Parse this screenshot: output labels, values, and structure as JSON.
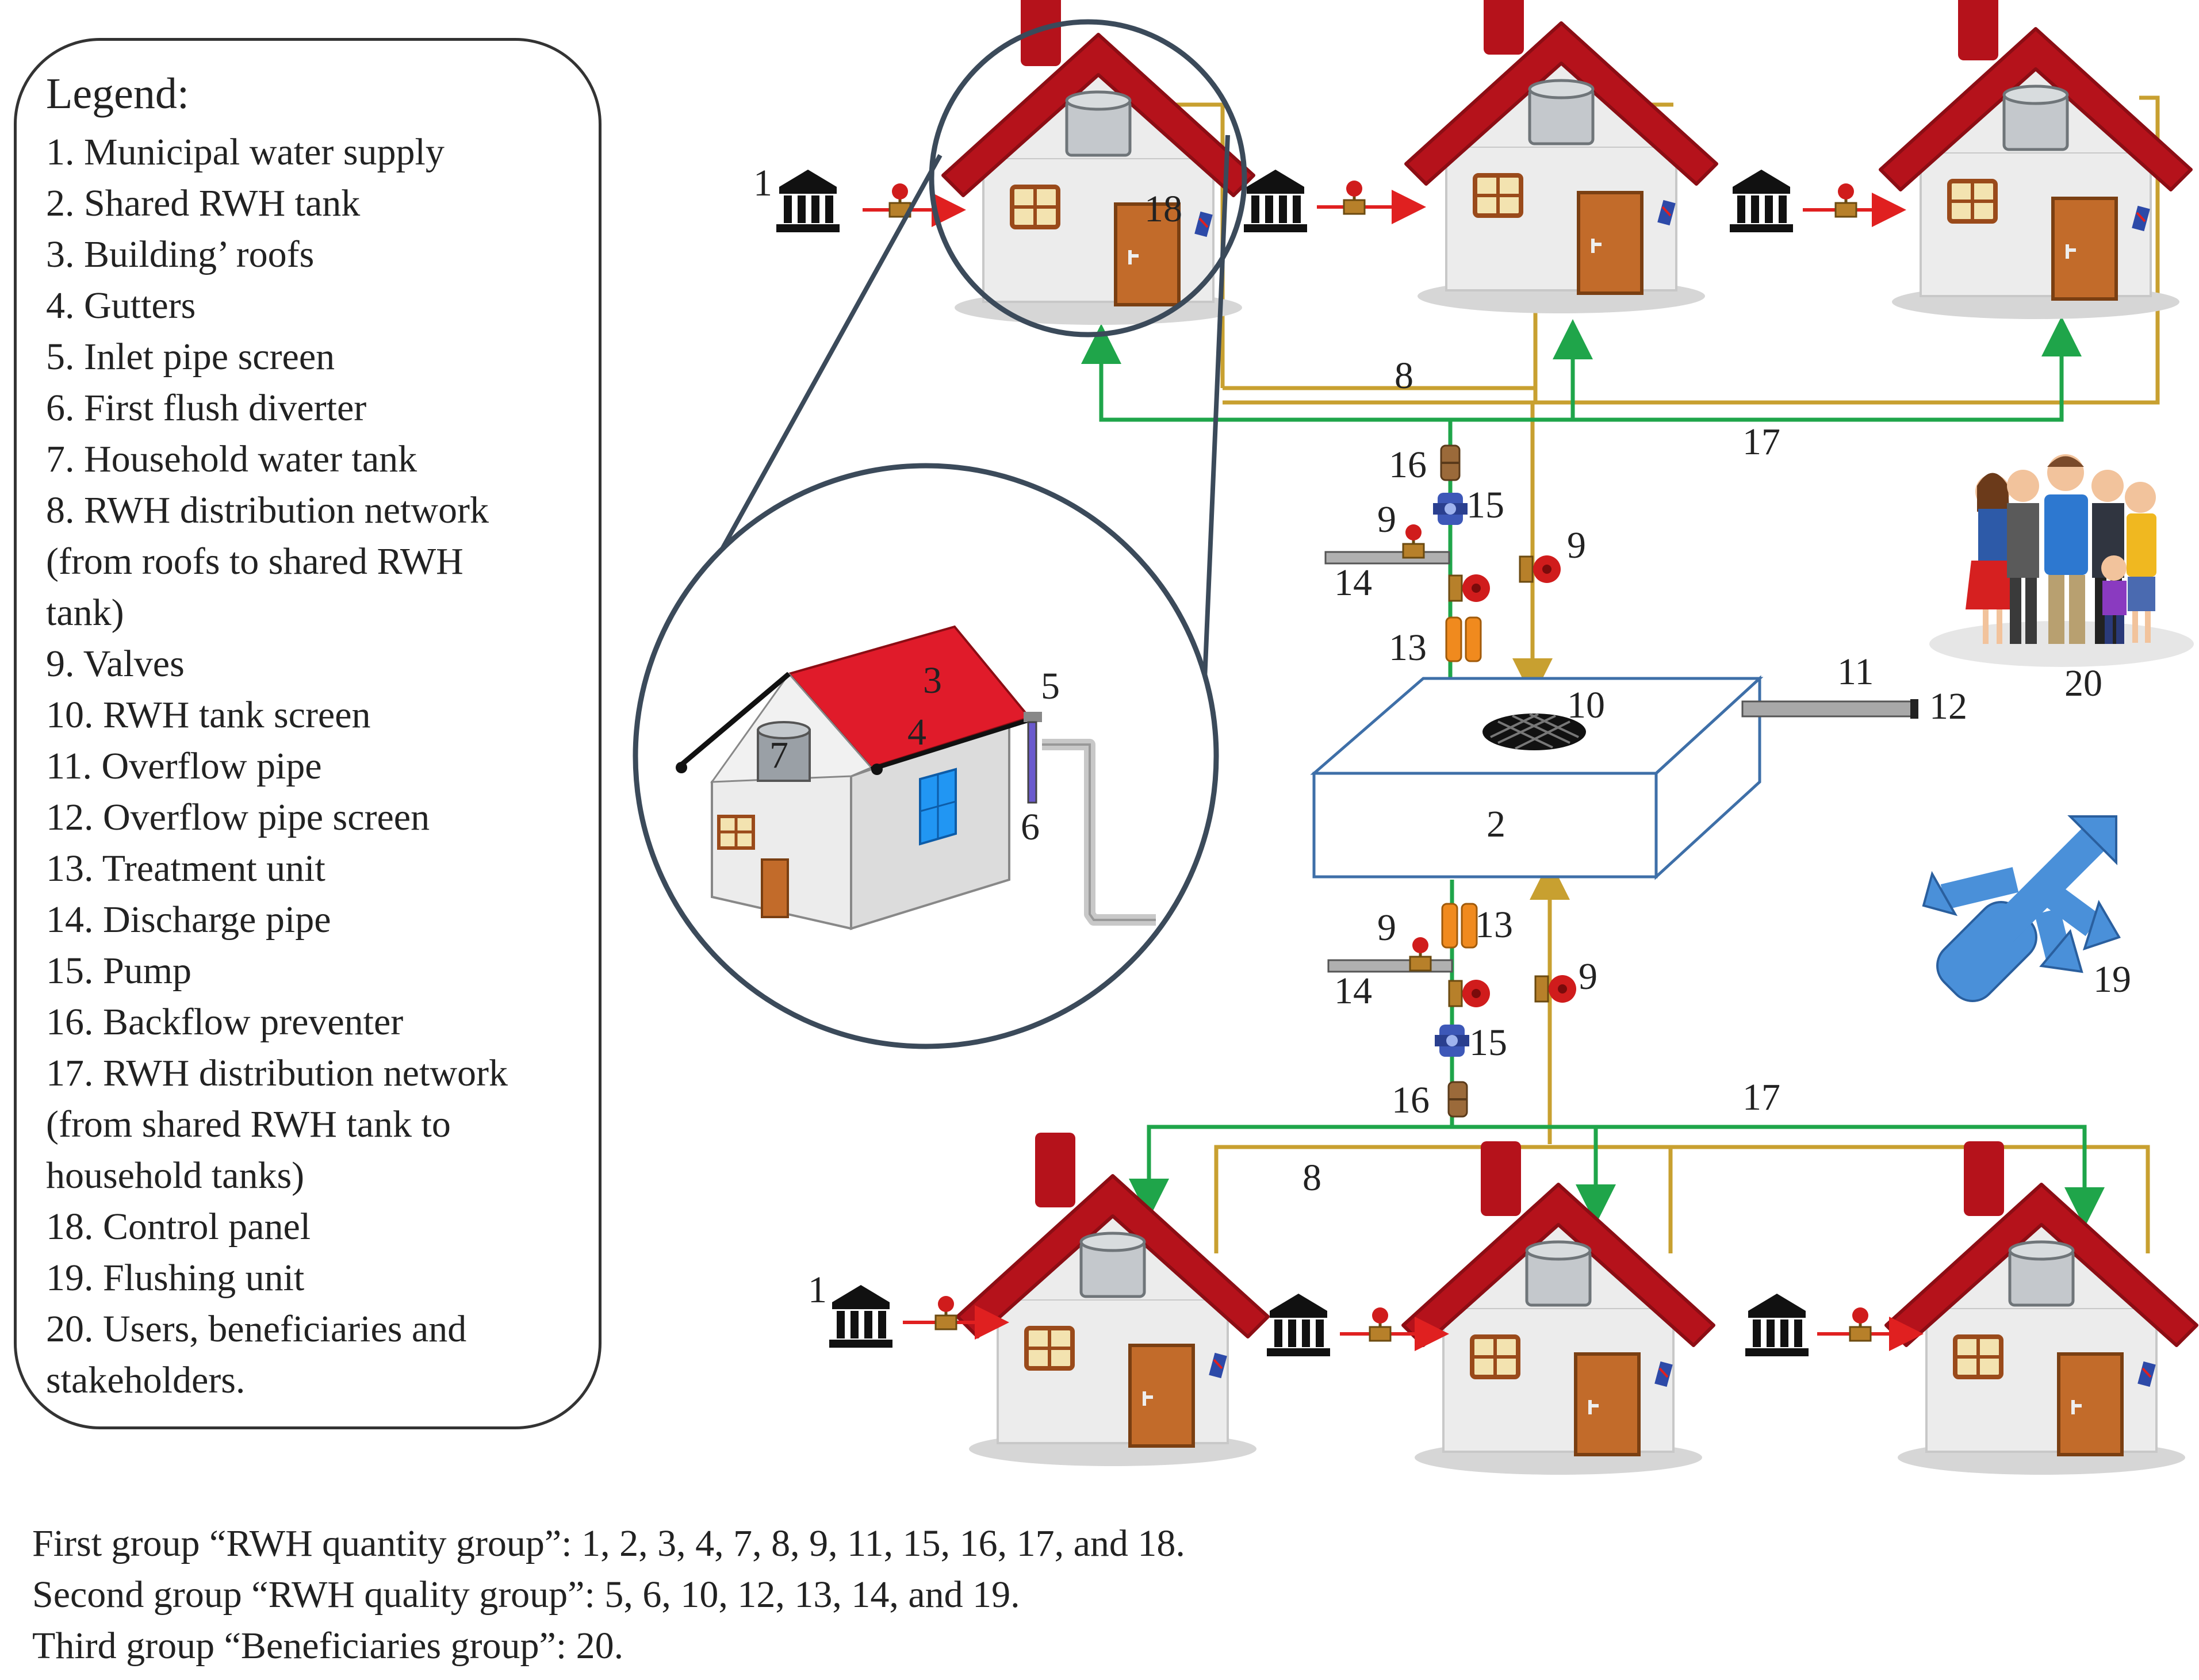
{
  "legend": {
    "title": "Legend:",
    "items": [
      "1. Municipal water supply",
      "2. Shared RWH tank",
      "3. Building’ roofs",
      "4. Gutters",
      "5. Inlet pipe screen",
      "6. First flush diverter",
      "7. Household water tank",
      "8. RWH distribution   network",
      "(from roofs to shared RWH",
      "tank)",
      "9. Valves",
      "10. RWH tank screen",
      "11. Overflow pipe",
      "12. Overflow pipe screen",
      "13. Treatment unit",
      "14. Discharge pipe",
      "15. Pump",
      "16. Backflow preventer",
      "17. RWH distribution network",
      "(from shared RWH tank to",
      "household tanks)",
      "18. Control panel",
      "19. Flushing unit",
      "20. Users, beneficiaries and",
      "stakeholders."
    ]
  },
  "groups": [
    "First group “RWH quantity group”: 1, 2, 3, 4, 7, 8, 9, 11, 15, 16, 17, and 18.",
    "Second group “RWH quality group”: 5, 6, 10, 12, 13, 14, and 19.",
    "Third group “Beneficiaries group”: 20."
  ],
  "labels": {
    "n1": "1",
    "n2": "2",
    "n3": "3",
    "n4": "4",
    "n5": "5",
    "n6": "6",
    "n7": "7",
    "n8": "8",
    "n9": "9",
    "n10": "10",
    "n11": "11",
    "n12": "12",
    "n13": "13",
    "n14": "14",
    "n15": "15",
    "n16": "16",
    "n17": "17",
    "n18": "18",
    "n19": "19",
    "n20": "20"
  },
  "colors": {
    "roof": "#b5121b",
    "pipe_green": "#1fa54a",
    "pipe_gold": "#c8a030",
    "arrow_red": "#e02020",
    "door": "#c26b2a",
    "flushing_unit": "#4a90d9"
  }
}
